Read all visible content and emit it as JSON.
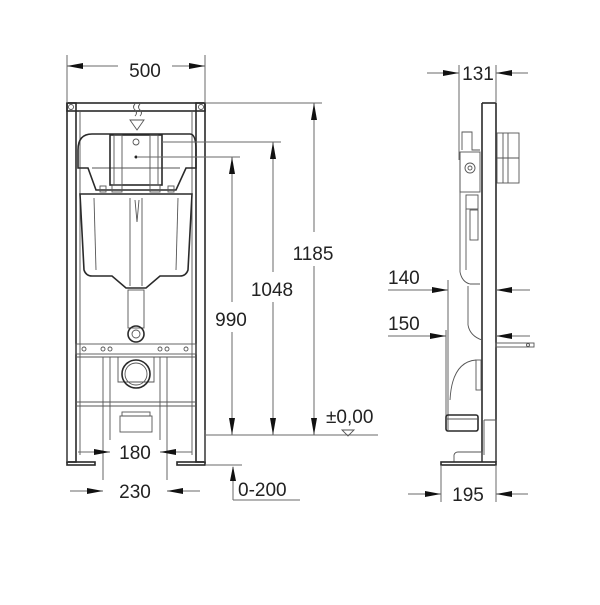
{
  "diagram": {
    "type": "technical-drawing",
    "subject": "WC installation frame with concealed cistern",
    "views": {
      "front": {
        "name": "front-view",
        "dimensions": {
          "frame_width": "500",
          "total_height": "1185",
          "flush_plate_top": "1048",
          "flush_plate_center": "990",
          "bolt_spacing_inner": "180",
          "bolt_spacing_outer": "230",
          "foot_adjust": "0-200",
          "floor_level": "±0,00"
        }
      },
      "side": {
        "name": "side-view",
        "dimensions": {
          "depth_top": "131",
          "depth_bottom": "195",
          "offset_upper": "140",
          "offset_lower": "150"
        }
      }
    },
    "colors": {
      "line": "#2a2a2a",
      "dimension_line": "#6a6a6a",
      "text": "#222222",
      "background": "#ffffff"
    }
  }
}
